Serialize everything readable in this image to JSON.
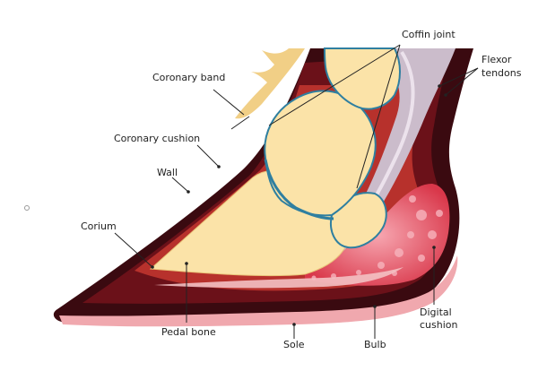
{
  "diagram": {
    "labels": {
      "coronary_band": "Coronary band",
      "coronary_cushion": "Coronary cushion",
      "wall": "Wall",
      "corium": "Corium",
      "pedal_bone": "Pedal bone",
      "sole": "Sole",
      "bulb": "Bulb",
      "digital_cushion_1": "Digital",
      "digital_cushion_2": "cushion",
      "coffin_joint": "Coffin joint",
      "flexor_tendons_1": "Flexor",
      "flexor_tendons_2": "tendons"
    },
    "colors": {
      "hoof_outer": "#3a0a10",
      "wall": "#6b1119",
      "corium": "#c0392b",
      "pink_edge": "#f0a8ae",
      "bone": "#fbe3a8",
      "bone_edge": "#e9c57a",
      "cartilage": "#2f7fa0",
      "tendon": "#c9b8c8",
      "hair": "#f1cf86",
      "digital_cushion": "#d9374a"
    }
  }
}
